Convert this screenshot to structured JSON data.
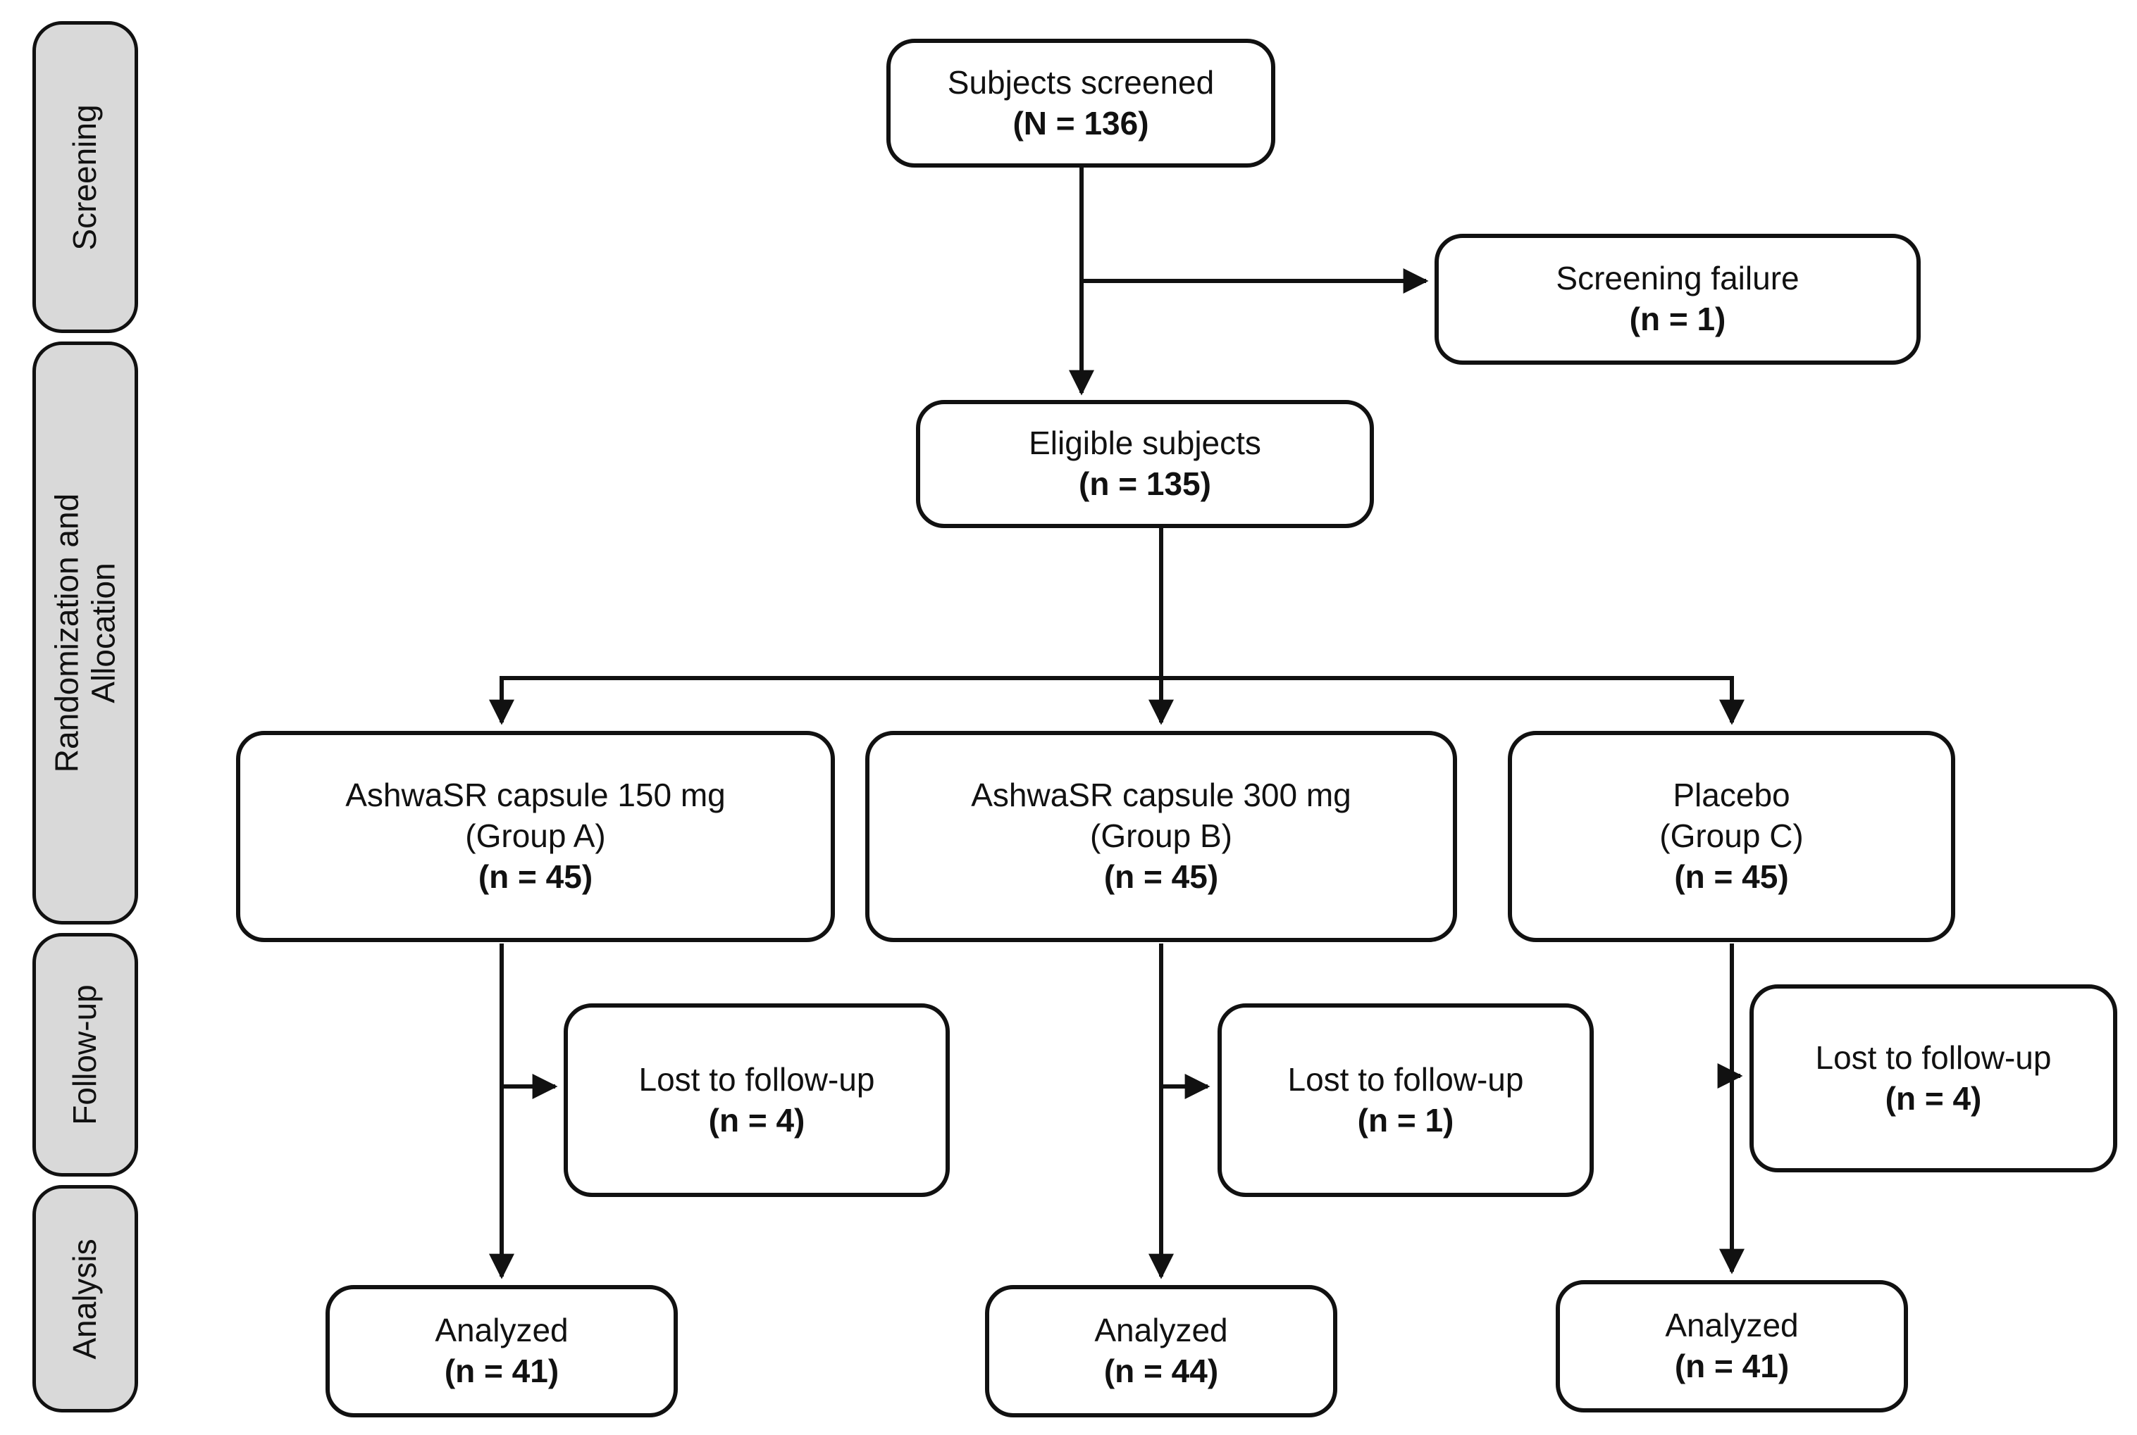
{
  "diagram_type": "consort-flow",
  "colors": {
    "background": "#ffffff",
    "line": "#111111",
    "stage_fill": "#d9d9d9",
    "stage_border": "#111111",
    "node_fill": "#ffffff",
    "node_border": "#111111",
    "text": "#111111"
  },
  "stages": [
    {
      "label": "Screening"
    },
    {
      "label": "Randomization and\nAllocation"
    },
    {
      "label": "Follow-up"
    },
    {
      "label": "Analysis"
    }
  ],
  "nodes": {
    "subjects_screened": {
      "title": "Subjects screened",
      "count": "(N = 136)"
    },
    "screening_failure": {
      "title": "Screening failure",
      "count": "(n = 1)"
    },
    "eligible_subjects": {
      "title": "Eligible subjects",
      "count": "(n = 135)"
    },
    "group_a": {
      "title": "AshwaSR capsule 150 mg",
      "subtitle": "(Group A)",
      "count": "(n = 45)"
    },
    "group_b": {
      "title": "AshwaSR capsule 300 mg",
      "subtitle": "(Group B)",
      "count": "(n = 45)"
    },
    "group_c": {
      "title": "Placebo",
      "subtitle": "(Group C)",
      "count": "(n = 45)"
    },
    "lost_to_followup_a": {
      "title": "Lost to follow-up",
      "count": "(n = 4)"
    },
    "lost_to_followup_b": {
      "title": "Lost to follow-up",
      "count": "(n = 1)"
    },
    "lost_to_followup_c": {
      "title": "Lost to follow-up",
      "count": "(n = 4)"
    },
    "analyzed_a": {
      "title": "Analyzed",
      "count": "(n = 41)"
    },
    "analyzed_b": {
      "title": "Analyzed",
      "count": "(n = 44)"
    },
    "analyzed_c": {
      "title": "Analyzed",
      "count": "(n = 41)"
    }
  }
}
